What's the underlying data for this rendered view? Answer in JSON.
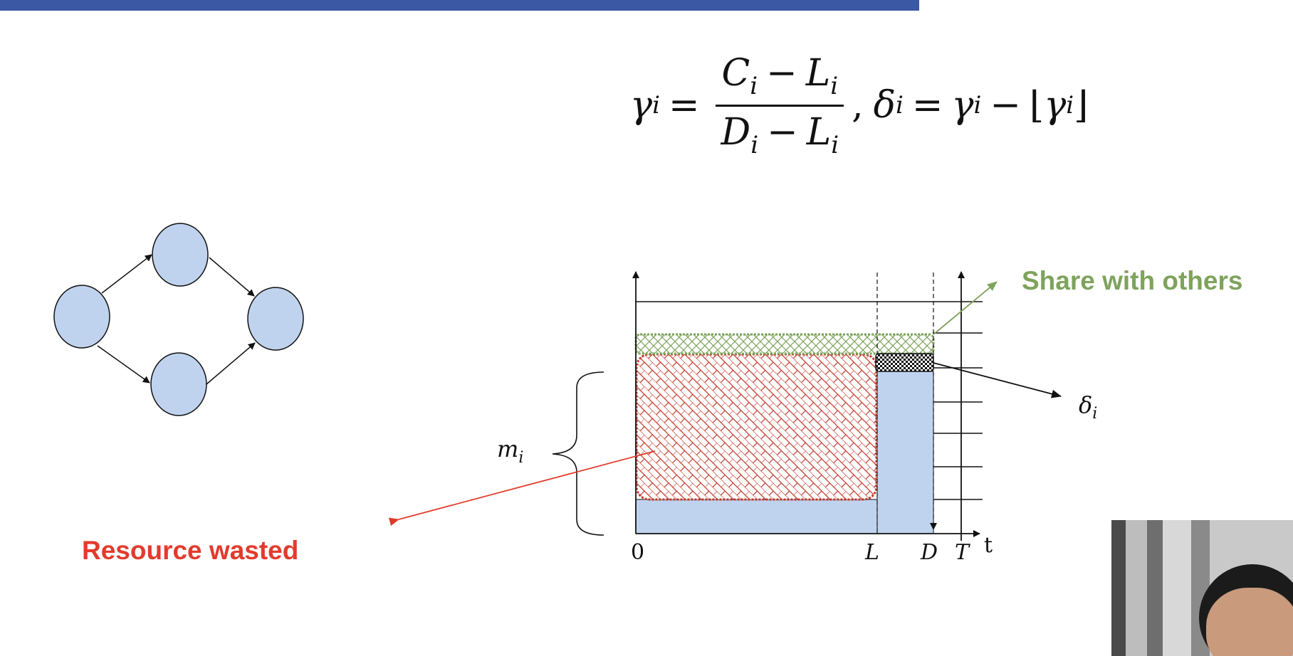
{
  "slide": {
    "accent_color": "#3b58a4",
    "formula": {
      "gamma": "γ",
      "i": "i",
      "eq": "=",
      "C": "C",
      "L": "L",
      "D": "D",
      "minus": "−",
      "comma": ",",
      "delta": "δ",
      "floor_left": "⌊",
      "floor_right": "⌋"
    },
    "labels": {
      "share": "Share with others",
      "share_color": "#7ea35c",
      "waste": "Resource wasted",
      "waste_color": "#e23b2c"
    },
    "chart": {
      "m_label": "m",
      "m_sub": "i",
      "delta_label": "δ",
      "delta_sub": "i",
      "ticks": {
        "zero": "0",
        "L": "L",
        "D": "D",
        "T": "T",
        "t": "t"
      }
    },
    "colors": {
      "node_fill": "#c0d3ee",
      "block_fill": "#c0d3ee",
      "wasted_hatch": "#c0392b",
      "shared_hatch": "#7ea35c"
    }
  }
}
